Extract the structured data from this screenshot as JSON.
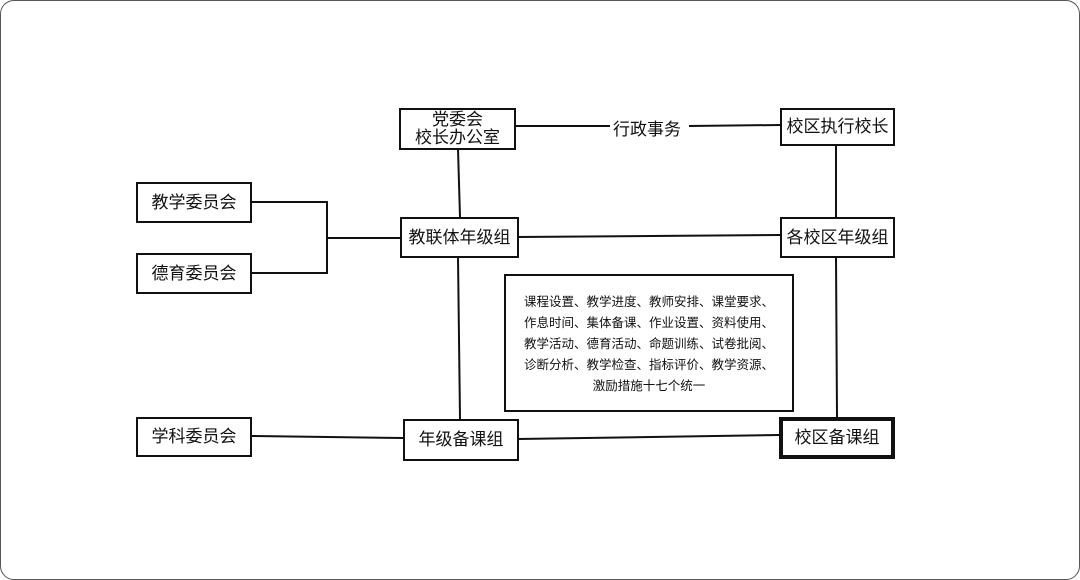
{
  "nodes": {
    "party": [
      "党委会",
      "校长办公室"
    ],
    "campus_principal": "校区执行校长",
    "teaching_committee": "教学委员会",
    "moral_committee": "德育委员会",
    "joint_grade_group": "教联体年级组",
    "campus_grade_group": "各校区年级组",
    "subject_committee": "学科委员会",
    "grade_prep_group": "年级备课组",
    "campus_prep_group": "校区备课组"
  },
  "edge_label": "行政事务",
  "note_lines": [
    "课程设置、教学进度、教师安排、课堂要求、",
    "作息时间、集体备课、作业设置、资料使用、",
    "教学活动、德育活动、命题训练、试卷批阅、",
    "诊断分析、教学检查、指标评价、教学资源、",
    "激励措施十七个统一"
  ]
}
